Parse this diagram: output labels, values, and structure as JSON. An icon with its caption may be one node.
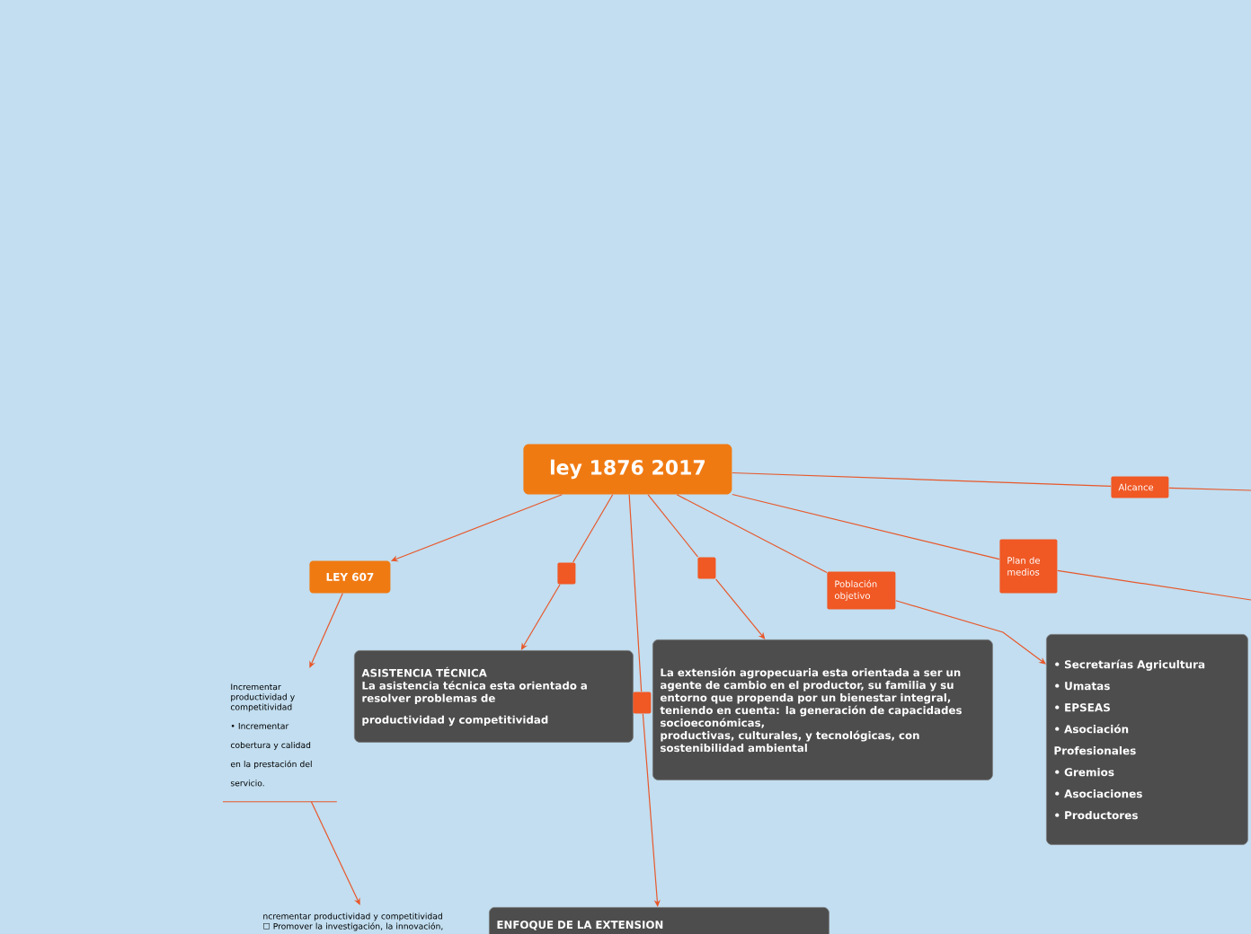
{
  "diagram": {
    "nodes": [
      {
        "text": [
          "ley 1876 2017"
        ]
      },
      {
        "text": [
          "LEY 607"
        ]
      },
      {
        "text": [],
        "shape": "box"
      },
      {
        "text": [
          "ASISTENCIA TÉCNICA",
          "La asistencia técnica esta orientado a resolver problemas de",
          "productividad y competitividad"
        ]
      },
      {
        "text": [],
        "shape": "box"
      },
      {
        "text": [
          "La extensión agropecuaria esta orientada a ser un agente de cambio en el productor, su familia y su entorno que propenda por un bienestar integral, teniendo en cuenta: la generación de capacidades socioeconómicas,",
          "productivas, culturales, y tecnológicas, con sostenibilidad ambiental"
        ]
      },
      {
        "text": [
          "Población objetivo"
        ]
      },
      {
        "text": [
          "• Secretarías Agricultura",
          "• Umatas",
          "• EPSEAS",
          "• Asociación",
          "Profesionales",
          "• Gremios",
          "• Asociaciones",
          "• Productores"
        ]
      },
      {
        "text": [
          "Plan de medios"
        ]
      },
      {
        "text": [
          "Alcance"
        ]
      },
      {
        "text": [],
        "shape": "box"
      },
      {
        "text": [
          "ENFOQUE DE LA EXTENSION"
        ]
      },
      {
        "text": [
          "Incrementar productividad y competitividad",
          "• Incrementar",
          "cobertura y calidad",
          "en la prestación del",
          "servicio."
        ]
      },
      {
        "text": [
          "ncrementar productividad y competitividad",
          "☐ Promover la investigación, la innovación,"
        ]
      }
    ],
    "edges": [
      {
        "from": 0,
        "to": 1,
        "arrow": "to"
      },
      {
        "from": 0,
        "to": 2,
        "arrow": "none"
      },
      {
        "from": 2,
        "to": 3,
        "arrow": "to"
      },
      {
        "from": 0,
        "to": 4,
        "arrow": "none"
      },
      {
        "from": 4,
        "to": 5,
        "arrow": "to"
      },
      {
        "from": 0,
        "to": 6,
        "arrow": "none"
      },
      {
        "from": 6,
        "to": 7,
        "arrow": "to"
      },
      {
        "from": 0,
        "to": 8,
        "arrow": "none"
      },
      {
        "from": 8,
        "to": null,
        "arrow": "none"
      },
      {
        "from": 0,
        "to": 9,
        "arrow": "none"
      },
      {
        "from": 9,
        "to": null,
        "arrow": "none"
      },
      {
        "from": 0,
        "to": 10,
        "arrow": "none"
      },
      {
        "from": 10,
        "to": 11,
        "arrow": "to"
      },
      {
        "from": 1,
        "to": 12,
        "arrow": "to"
      },
      {
        "from": 12,
        "to": 13,
        "arrow": "to"
      }
    ]
  }
}
